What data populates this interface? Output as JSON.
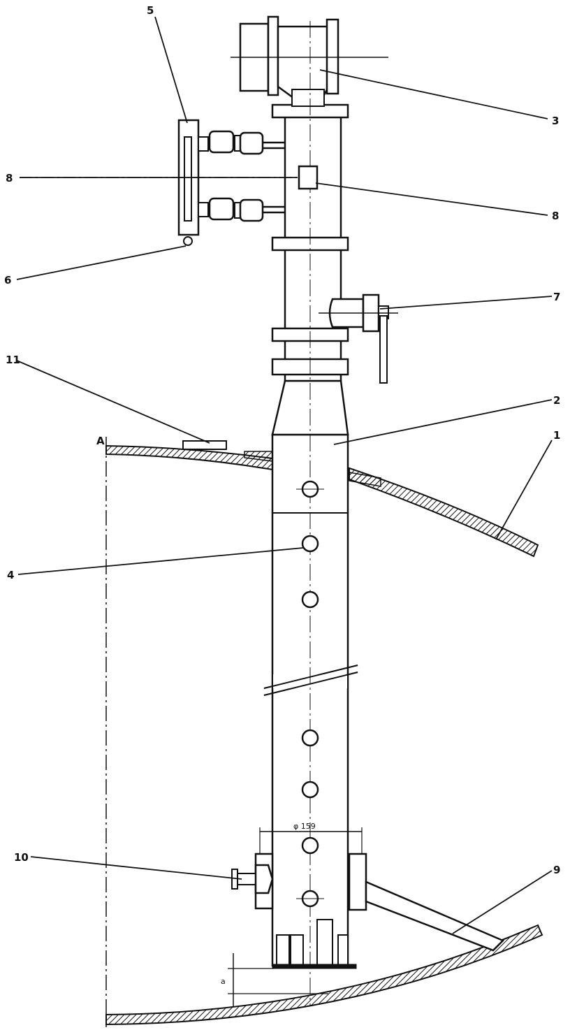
{
  "diagram": {
    "labels": {
      "l1": "1",
      "l2": "2",
      "l3": "3",
      "l4": "4",
      "l5": "5",
      "l6": "6",
      "l7": "7",
      "l8a": "8",
      "l8b": "8",
      "l9": "9",
      "l10": "10",
      "l11": "11",
      "centerline": "A",
      "dimension": "φ 159",
      "height": "a"
    },
    "colors": {
      "ink": "#111111",
      "paper": "#ffffff"
    }
  }
}
